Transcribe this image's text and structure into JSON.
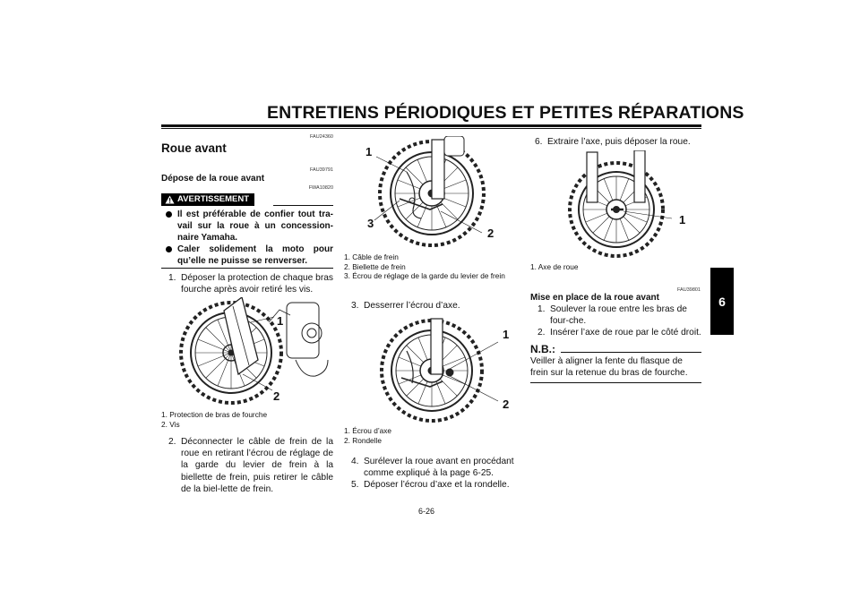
{
  "header": {
    "title": "ENTRETIENS PÉRIODIQUES ET PETITES RÉPARATIONS",
    "chapter_tab": "6"
  },
  "left": {
    "code1": "FAU24360",
    "section_title": "Roue avant",
    "code2": "FAU39791",
    "subsection_title": "Dépose de la roue avant",
    "warning_code": "FWA10820",
    "warning_label": "AVERTISSEMENT",
    "warnings": [
      "Il est préférable de confier tout tra-vail sur la roue à un concession-naire Yamaha.",
      "Caler solidement la moto pour qu’elle ne puisse se renverser."
    ],
    "step1_num": "1.",
    "step1": "Déposer la protection de chaque bras fourche après avoir retiré les vis.",
    "fig1_callouts": [
      "1",
      "2"
    ],
    "fig1_captions": [
      "1.  Protection de bras de fourche",
      "2.  Vis"
    ],
    "step2_num": "2.",
    "step2": "Déconnecter le câble de frein de la roue en retirant l’écrou de réglage de la garde du levier de frein à la biellette de frein, puis retirer le câble de la biel-lette de frein."
  },
  "middle": {
    "fig2_callouts": [
      "1",
      "3",
      "2"
    ],
    "fig2_captions": [
      "1.  Câble de frein",
      "2.  Biellette de frein",
      "3.  Écrou de réglage de la garde du levier de frein"
    ],
    "step3_num": "3.",
    "step3": "Desserrer l’écrou d’axe.",
    "fig3_callouts": [
      "1",
      "2"
    ],
    "fig3_captions": [
      "1.  Écrou d’axe",
      "2.  Rondelle"
    ],
    "step4_num": "4.",
    "step4": "Surélever la roue avant en procédant comme expliqué à la page 6-25.",
    "step5_num": "5.",
    "step5": "Déposer l’écrou d’axe et la rondelle.",
    "page_number": "6-26"
  },
  "right": {
    "step6_num": "6.",
    "step6": "Extraire l’axe, puis déposer la roue.",
    "fig4_callouts": [
      "1"
    ],
    "fig4_captions": [
      "1.  Axe de roue"
    ],
    "code3": "FAU39801",
    "install_title": "Mise en place de la roue avant",
    "install_steps": [
      {
        "num": "1.",
        "text": "Soulever la roue entre les bras de four-che."
      },
      {
        "num": "2.",
        "text": "Insérer l’axe de roue par le côté droit."
      }
    ],
    "nb_title": "N.B.:",
    "nb_text": "Veiller à aligner la fente du flasque de frein sur la retenue du bras de fourche."
  }
}
